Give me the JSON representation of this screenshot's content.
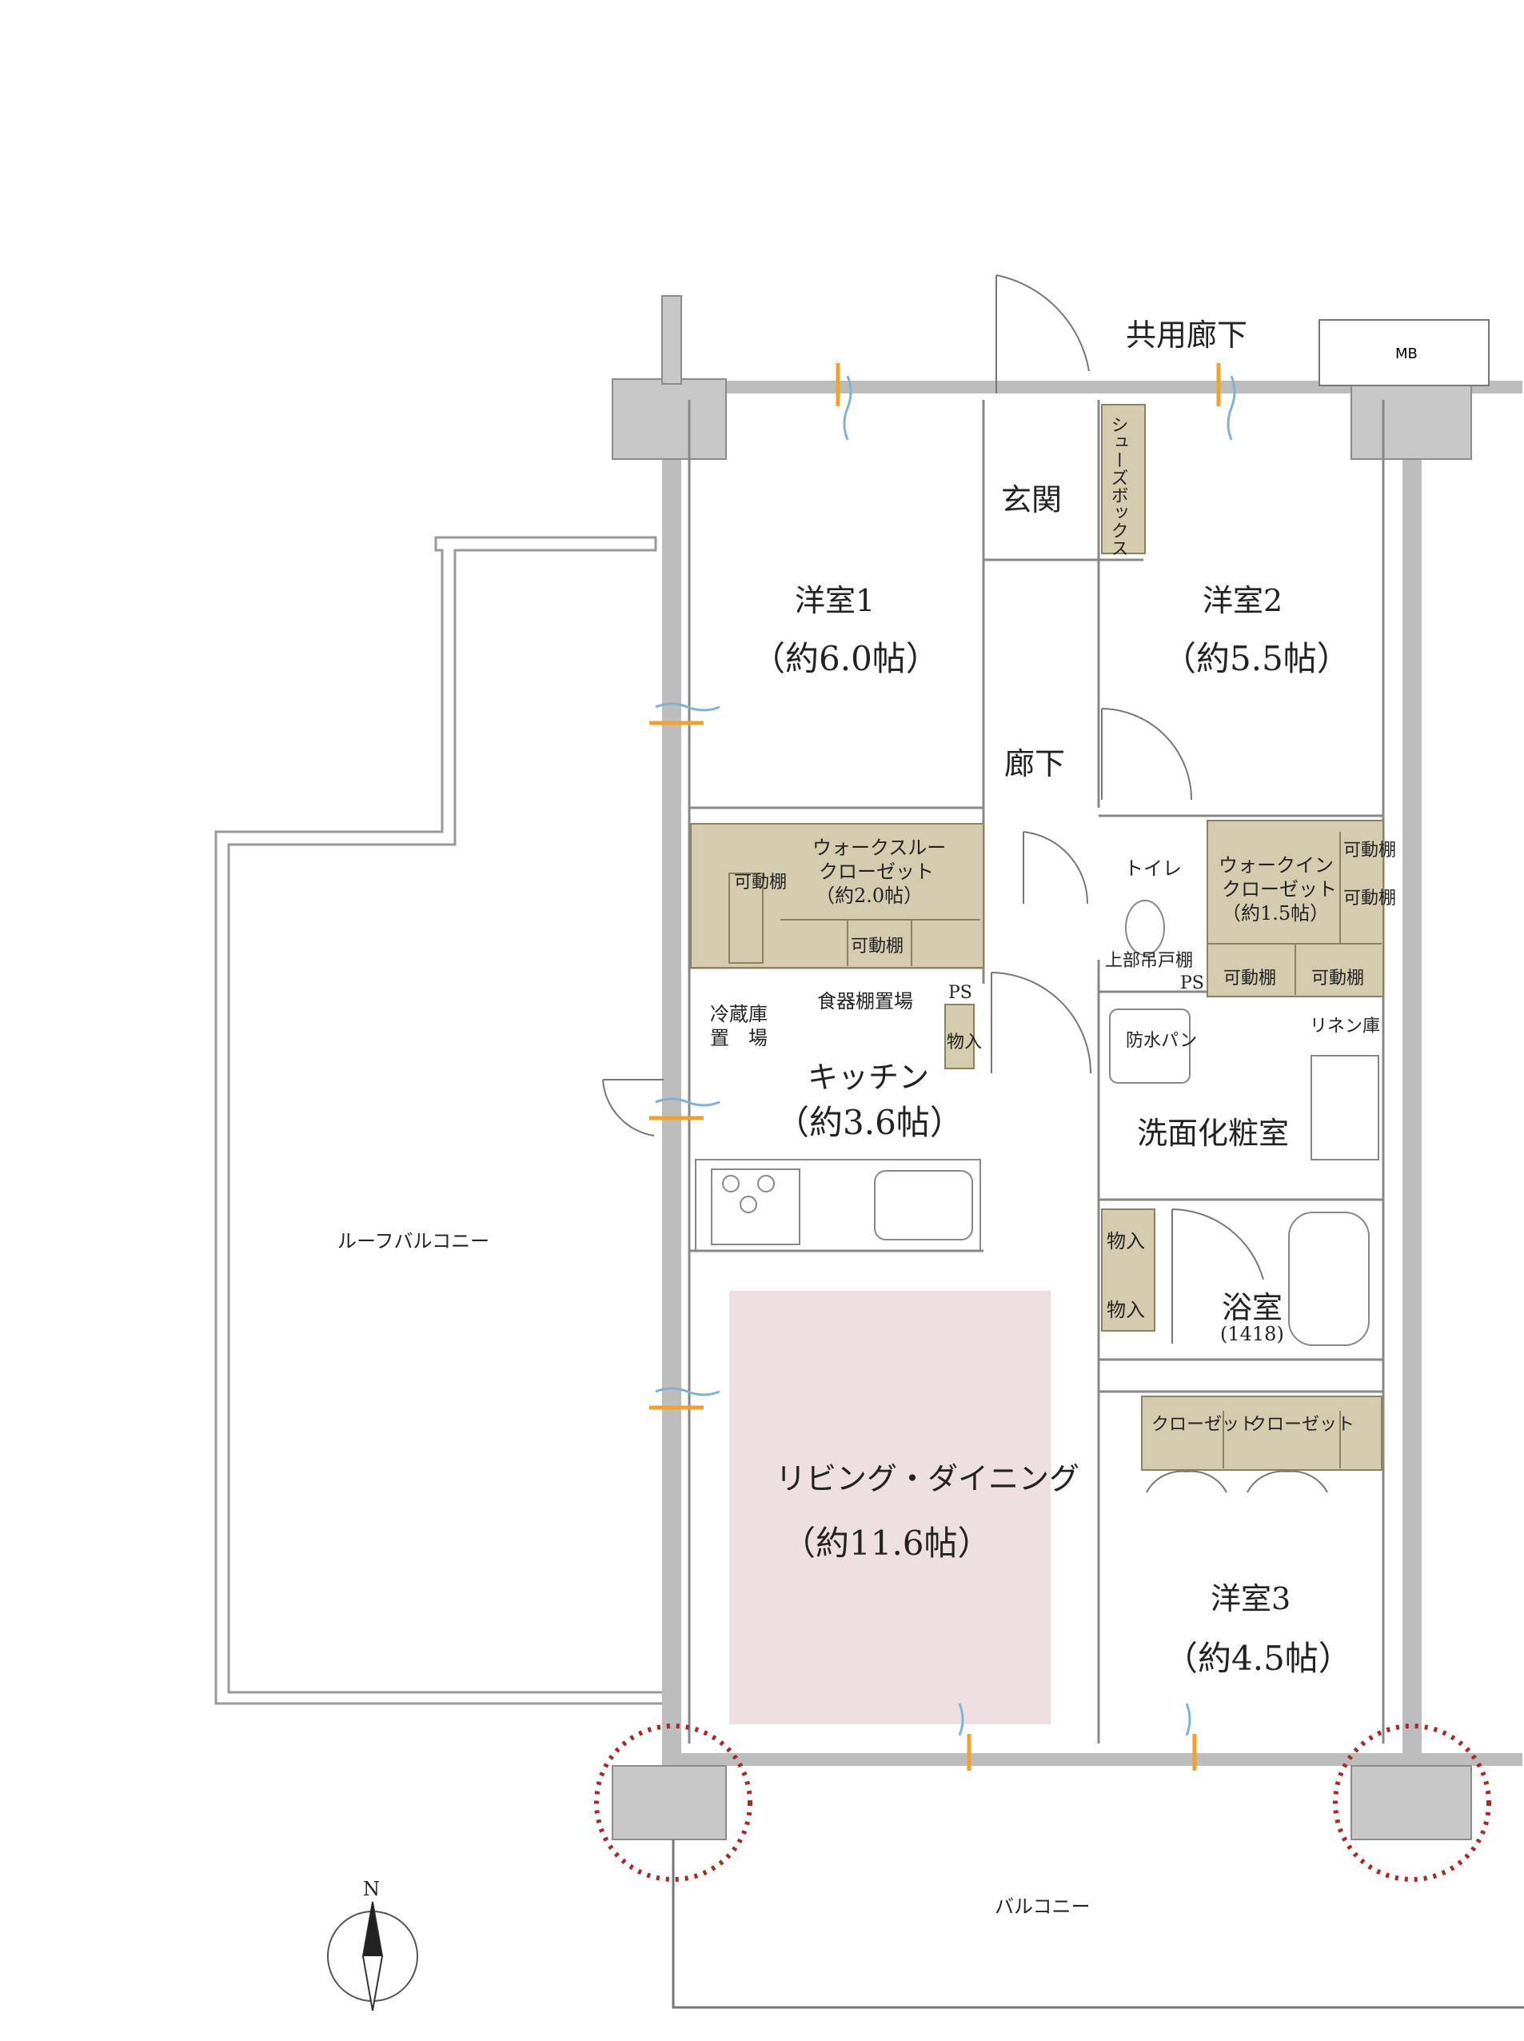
{
  "colors": {
    "wall": "#bdbdbd",
    "column": "#c8c8c8",
    "storage": "#d5ccb0",
    "living_highlight": "#eedfe0",
    "dotted_circle": "#a52a2a",
    "ventilation": "#f0a22a",
    "airflow": "#7fb3d5"
  },
  "labels": {
    "corridor_shared": "共用廊下",
    "mb": "MB",
    "shoe_box": "シューズボックス",
    "entrance": "玄関",
    "room1": "洋室1",
    "room1_size": "（約6.0帖）",
    "room2": "洋室2",
    "room2_size": "（約5.5帖）",
    "hallway": "廊下",
    "wtc_title_1": "ウォークスルー",
    "wtc_title_2": "クローゼット",
    "wtc_size": "（約2.0帖）",
    "wtc_shelf_side": "可動棚",
    "wtc_shelf_bottom": "可動棚",
    "toilet": "トイレ",
    "toilet_upper_shelf": "上部吊戸棚",
    "ps_toilet": "PS",
    "wic_title_1": "ウォークイン",
    "wic_title_2": "クローゼット",
    "wic_size": "（約1.5帖）",
    "wic_shelf_a": "可動棚",
    "wic_shelf_b": "可動棚",
    "wic_shelf_c": "可動棚",
    "wic_shelf_d": "可動棚",
    "fridge_1": "冷蔵庫",
    "fridge_2": "置　場",
    "dish_shelf": "食器棚置場",
    "ps_kitchen": "PS",
    "storage_kitchen": "物入",
    "kitchen": "キッチン",
    "kitchen_size": "（約3.6帖）",
    "waterproof_pan": "防水パン",
    "linen": "リネン庫",
    "washroom": "洗面化粧室",
    "storage_a": "物入",
    "storage_b": "物入",
    "bathroom": "浴室",
    "bathroom_spec": "(1418)",
    "closet_a": "クローゼット",
    "closet_b": "クローゼット",
    "roof_balcony": "ルーフバルコニー",
    "living": "リビング・ダイニング",
    "living_size": "（約11.6帖）",
    "room3": "洋室3",
    "room3_size": "（約4.5帖）",
    "balcony": "バルコニー",
    "north": "N"
  }
}
